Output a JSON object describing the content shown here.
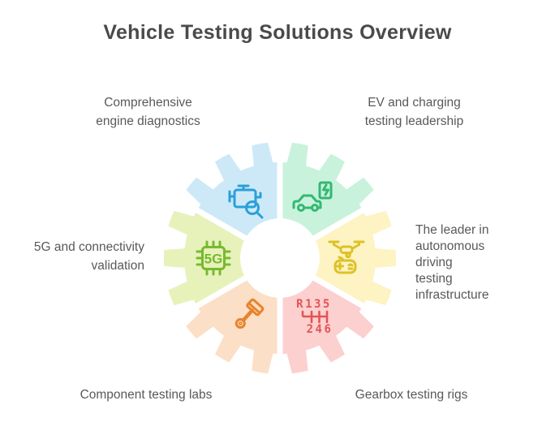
{
  "title": "Vehicle Testing Solutions Overview",
  "labels": {
    "top_left": {
      "lines": [
        "Comprehensive",
        "engine diagnostics"
      ]
    },
    "top_right": {
      "lines": [
        "EV and charging",
        "testing leadership"
      ]
    },
    "right": {
      "lines": [
        "The leader in",
        "autonomous",
        "driving",
        "testing",
        "infrastructure"
      ]
    },
    "left": {
      "lines": [
        "5G and connectivity",
        "validation"
      ]
    },
    "bottom_left": {
      "lines": [
        "Component testing labs"
      ]
    },
    "bottom_right": {
      "lines": [
        "Gearbox testing rigs"
      ]
    }
  },
  "icon_text": {
    "chip": "5G",
    "shift_top": "R135",
    "shift_bottom": "246"
  },
  "segments": [
    {
      "name": "engine",
      "icon": "engine-magnifier-icon",
      "fill": "#cde9f8",
      "icon_color": "#2aa0d8"
    },
    {
      "name": "ev-car",
      "icon": "ev-charging-car-icon",
      "fill": "#c9f2dc",
      "icon_color": "#34b873"
    },
    {
      "name": "drone",
      "icon": "drone-controller-icon",
      "fill": "#fdf3c3",
      "icon_color": "#ddc226"
    },
    {
      "name": "gearbox",
      "icon": "gear-shift-icon",
      "fill": "#fcd0cf",
      "icon_color": "#e25555"
    },
    {
      "name": "piston",
      "icon": "piston-icon",
      "fill": "#fbdfc6",
      "icon_color": "#e8832b"
    },
    {
      "name": "chip-5g",
      "icon": "chip-5g-icon",
      "fill": "#e6f2ba",
      "icon_color": "#79b92e"
    }
  ],
  "colors": {
    "background": "#ffffff",
    "title_text": "#4a4a4a",
    "label_text": "#595959",
    "divider": "#ffffff"
  }
}
